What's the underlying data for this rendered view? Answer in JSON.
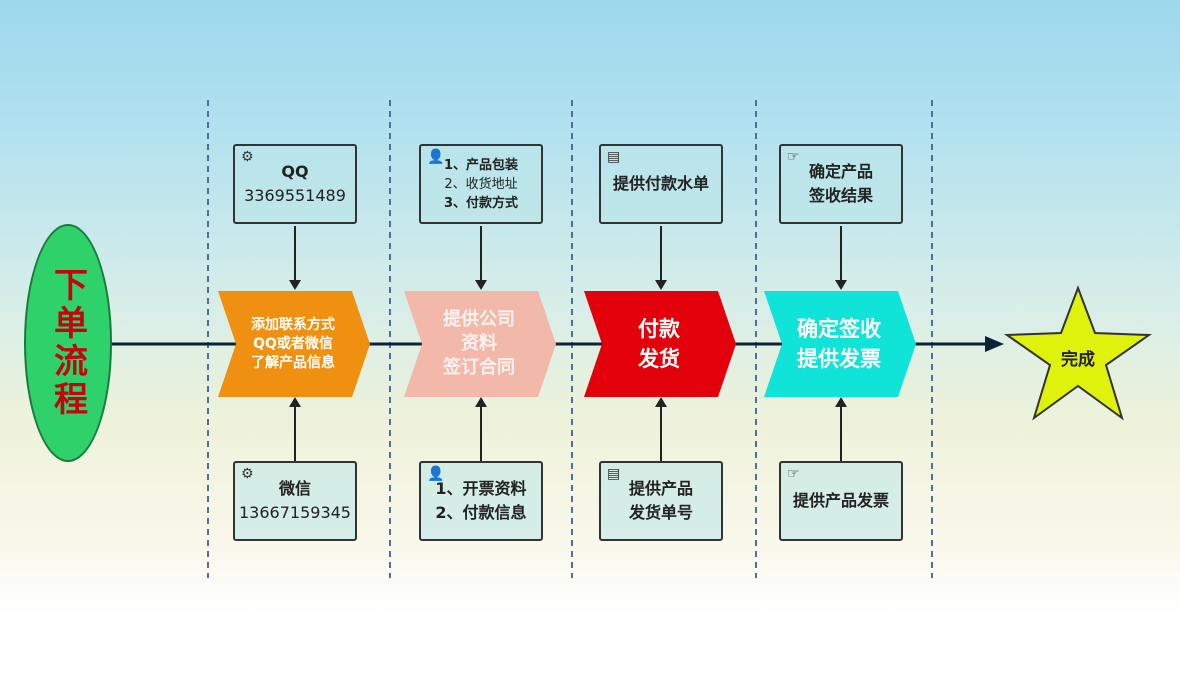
{
  "start": {
    "label": "下单流程"
  },
  "stages": [
    {
      "chevron": {
        "lines": [
          "添加联系方式",
          "QQ或者微信",
          "了解产品信息"
        ],
        "color": "#ef9010",
        "text_color": "#ffffff",
        "icon": "gear-icon"
      },
      "top": {
        "lines": [
          "QQ",
          "3369551489"
        ]
      },
      "bottom": {
        "lines": [
          "微信",
          "13667159345"
        ]
      }
    },
    {
      "chevron": {
        "lines": [
          "提供公司",
          "资料",
          "签订合同"
        ],
        "color": "#f2b8aa",
        "text_color": "#fff3ef",
        "icon": "person-icon"
      },
      "top": {
        "lines": [
          "1、产品包装",
          "2、收货地址",
          "3、付款方式"
        ]
      },
      "bottom": {
        "lines": [
          "1、开票资料",
          "2、付款信息"
        ]
      }
    },
    {
      "chevron": {
        "lines": [
          "付款",
          "发货"
        ],
        "color": "#e2000a",
        "text_color": "#ffffff",
        "icon": "list-icon"
      },
      "top": {
        "lines": [
          "提供付款水单"
        ]
      },
      "bottom": {
        "lines": [
          "提供产品",
          "发货单号"
        ]
      }
    },
    {
      "chevron": {
        "lines": [
          "确定签收",
          "提供发票"
        ],
        "color": "#10e4d8",
        "text_color": "#ffffff",
        "icon": "pointing-hand-icon"
      },
      "top": {
        "lines": [
          "确定产品",
          "签收结果"
        ]
      },
      "bottom": {
        "lines": [
          "提供产品发票"
        ]
      }
    }
  ],
  "end": {
    "label": "完成",
    "color": "#dff20c"
  },
  "colors": {
    "flow_line": "#0e2236",
    "divider": "#4f6f99",
    "start_fill": "#2fd16a",
    "start_text": "#c4050d"
  }
}
